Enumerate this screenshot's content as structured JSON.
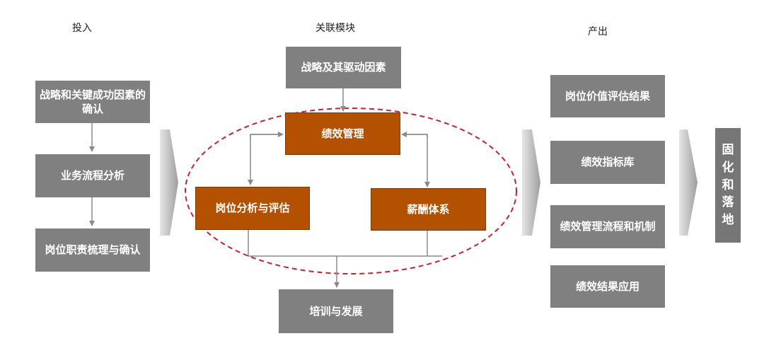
{
  "headers": {
    "input": "投入",
    "modules": "关联模块",
    "output": "产出"
  },
  "inputs": [
    "战略和关键成功因素的确认",
    "业务流程分析",
    "岗位职责梳理与确认"
  ],
  "modules": {
    "strategy": "战略及其驱动因素",
    "performance": "绩效管理",
    "job_analysis": "岗位分析与评估",
    "compensation": "薪酬体系",
    "training": "培训与发展"
  },
  "outputs": [
    "岗位价值评估结果",
    "绩效指标库",
    "绩效管理流程和机制",
    "绩效结果应用"
  ],
  "final": "固化和落地",
  "colors": {
    "gray_box": "#808080",
    "orange_box": "#b35100",
    "ellipse": "#c0252b",
    "chevron": "#bfbfbf"
  }
}
